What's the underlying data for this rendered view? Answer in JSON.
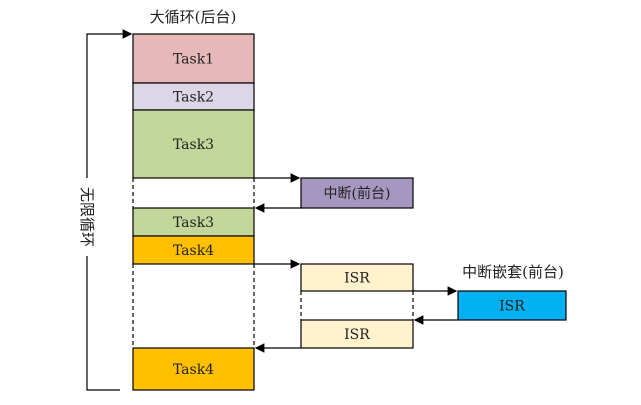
{
  "title": "大循环(后台)",
  "loop_label": "无限循环",
  "nested_label": "中断嵌套(前台)",
  "blocks": {
    "task1": "Task1",
    "task2": "Task2",
    "task3a": "Task3",
    "task3b": "Task3",
    "task4a": "Task4",
    "task4b": "Task4",
    "interrupt": "中断(前台)",
    "isr1": "ISR",
    "isr_nested": "ISR",
    "isr2": "ISR"
  },
  "colors": {
    "task1": "#e6b9b8",
    "task2": "#dcd6e6",
    "task3": "#c4d79b",
    "task4": "#ffc000",
    "interrupt": "#a597c0",
    "isr": "#fff2cc",
    "isr_nested": "#00b0f0"
  }
}
